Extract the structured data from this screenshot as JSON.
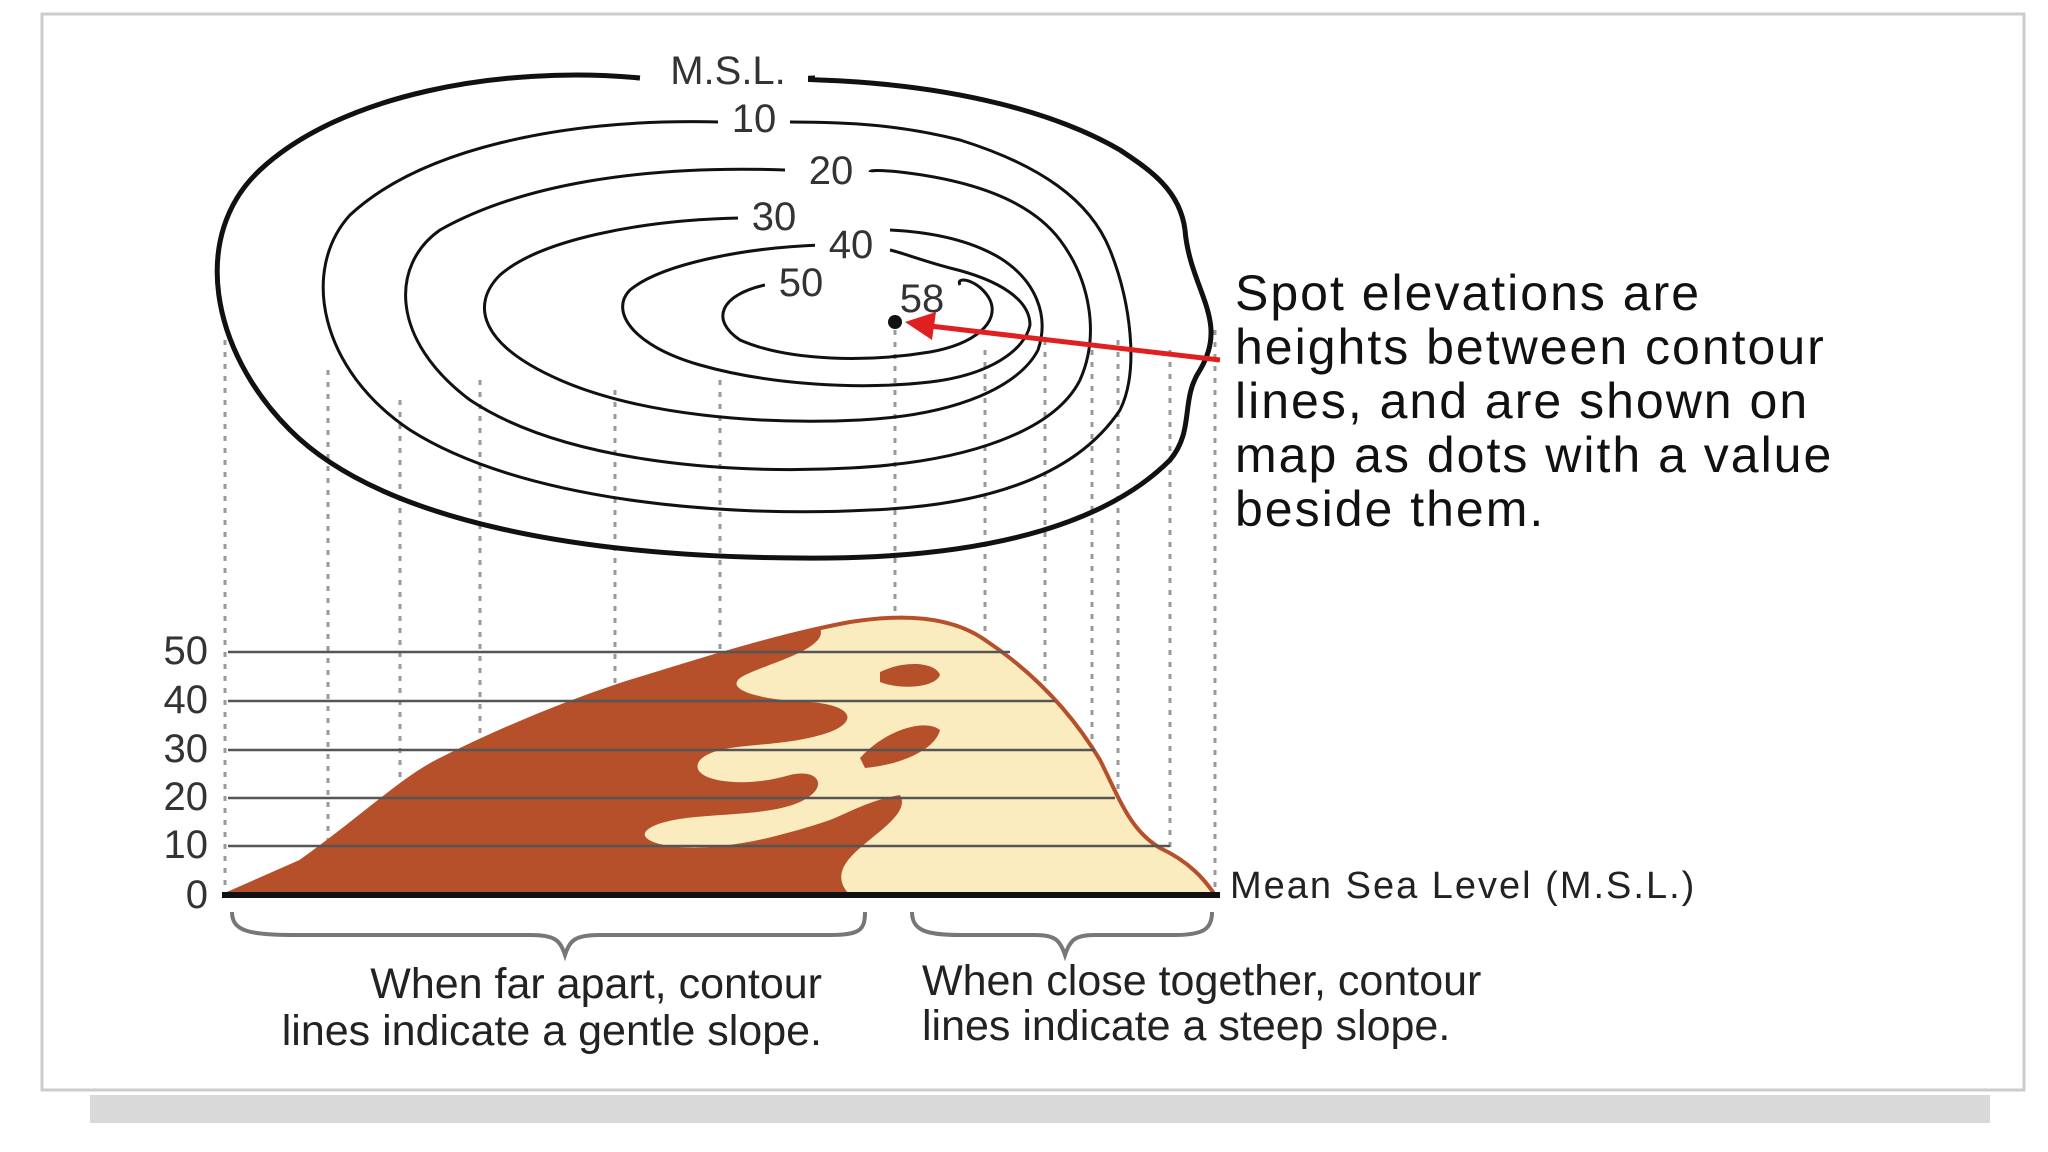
{
  "contour_map": {
    "outer_label": "M.S.L.",
    "contour_labels": [
      "10",
      "20",
      "30",
      "40",
      "50"
    ],
    "spot_elevation": "58"
  },
  "profile": {
    "axis_ticks": [
      "50",
      "40",
      "30",
      "20",
      "10",
      "0"
    ],
    "baseline_label": "Mean Sea Level (M.S.L.)"
  },
  "annotation": {
    "lines": [
      "Spot elevations are",
      "heights between contour",
      "lines, and are shown on",
      "map as dots with a value",
      "beside them."
    ]
  },
  "captions": {
    "gentle": [
      "When far apart, contour",
      "lines indicate a gentle slope."
    ],
    "steep": [
      "When close together, contour",
      "lines indicate a steep slope."
    ]
  },
  "colors": {
    "dark_fill": "#b5502a",
    "light_fill": "#fbecc0",
    "arrow": "#e02020",
    "outline": "#111111"
  }
}
